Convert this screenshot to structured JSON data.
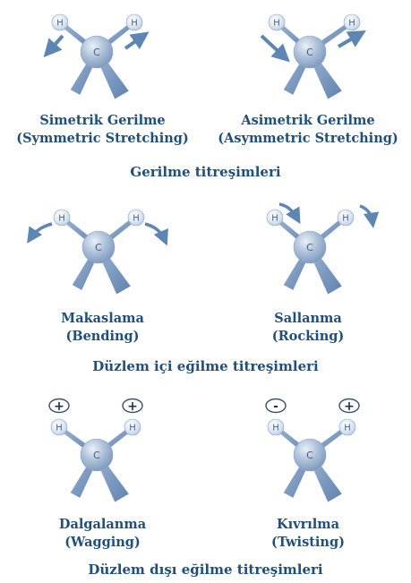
{
  "sections": [
    {
      "title": "Gerilme titreşimleri",
      "modes": [
        {
          "name": "Simetrik Gerilme",
          "english": "(Symmetric Stretching)"
        },
        {
          "name": "Asimetrik Gerilme",
          "english": "(Asymmetric Stretching)"
        }
      ]
    },
    {
      "title": "Düzlem içi eğilme titreşimleri",
      "modes": [
        {
          "name": "Makaslama",
          "english": "(Bending)"
        },
        {
          "name": "Sallanma",
          "english": "(Rocking)"
        }
      ]
    },
    {
      "title": "Düzlem dışı eğilme titreşimleri",
      "modes": [
        {
          "name": "Dalgalanma",
          "english": "(Wagging)"
        },
        {
          "name": "Kıvrılma",
          "english": "(Twisting)"
        }
      ]
    }
  ],
  "atoms": {
    "central": "C",
    "terminal": "H"
  },
  "phase_signs": {
    "wagging": [
      "+",
      "+"
    ],
    "twisting": [
      "-",
      "+"
    ]
  },
  "colors": {
    "label": "#1f4f7a",
    "bond": "#7d9cc0",
    "carbon": "#9fb4d0",
    "hydrogen": "#d8e4f2",
    "arrow": "#5d86b5"
  }
}
